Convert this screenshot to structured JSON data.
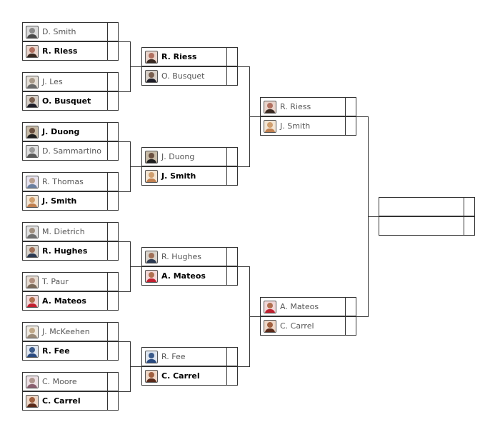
{
  "colors": {
    "border": "#333333",
    "winner_text": "#000000",
    "loser_text": "#555555"
  },
  "rounds": [
    {
      "matches": [
        {
          "players": [
            {
              "name": "D. Smith",
              "winner": false,
              "avatar": [
                "#8a8a8a",
                "#4a4a4a",
                "#dcdcdc"
              ]
            },
            {
              "name": "R. Riess",
              "winner": true,
              "avatar": [
                "#b07060",
                "#3a2a22",
                "#ead5cc"
              ]
            }
          ]
        },
        {
          "players": [
            {
              "name": "J. Les",
              "winner": false,
              "avatar": [
                "#a89a8a",
                "#6a6a6a",
                "#e6e0d8"
              ]
            },
            {
              "name": "O. Busquet",
              "winner": true,
              "avatar": [
                "#7a6050",
                "#1f1f2a",
                "#d8d0c8"
              ]
            }
          ]
        },
        {
          "players": [
            {
              "name": "J. Duong",
              "winner": true,
              "avatar": [
                "#6a5040",
                "#202020",
                "#c8bca8"
              ]
            },
            {
              "name": "D. Sammartino",
              "winner": false,
              "avatar": [
                "#9a9a9a",
                "#5a5a5a",
                "#e0e0e0"
              ]
            }
          ]
        },
        {
          "players": [
            {
              "name": "R. Thomas",
              "winner": false,
              "avatar": [
                "#b8a090",
                "#6a7fa0",
                "#e8e4f0"
              ]
            },
            {
              "name": "J. Smith",
              "winner": true,
              "avatar": [
                "#d0a070",
                "#c08050",
                "#f4e6d4"
              ]
            }
          ]
        },
        {
          "players": [
            {
              "name": "M. Dietrich",
              "winner": false,
              "avatar": [
                "#a09080",
                "#707070",
                "#e2e2e2"
              ]
            },
            {
              "name": "R. Hughes",
              "winner": true,
              "avatar": [
                "#a07058",
                "#2c3a52",
                "#dad4cc"
              ]
            }
          ]
        },
        {
          "players": [
            {
              "name": "T. Paur",
              "winner": false,
              "avatar": [
                "#b09080",
                "#7a6a5a",
                "#e8ded4"
              ]
            },
            {
              "name": "A. Mateos",
              "winner": true,
              "avatar": [
                "#b07050",
                "#c02030",
                "#f2d8d8"
              ]
            }
          ]
        },
        {
          "players": [
            {
              "name": "J. McKeehen",
              "winner": false,
              "avatar": [
                "#c0a888",
                "#9a8a78",
                "#f0ebe2"
              ]
            },
            {
              "name": "R. Fee",
              "winner": true,
              "avatar": [
                "#3a5a8a",
                "#2a4a80",
                "#dfe6f0"
              ]
            }
          ]
        },
        {
          "players": [
            {
              "name": "C. Moore",
              "winner": false,
              "avatar": [
                "#b09890",
                "#8a6070",
                "#eee2e6"
              ]
            },
            {
              "name": "C. Carrel",
              "winner": true,
              "avatar": [
                "#a06040",
                "#5a2a1a",
                "#efd8c8"
              ]
            }
          ]
        }
      ]
    },
    {
      "matches": [
        {
          "players": [
            {
              "name": "R. Riess",
              "winner": true,
              "avatar": [
                "#b07060",
                "#3a2a22",
                "#ead5cc"
              ]
            },
            {
              "name": "O. Busquet",
              "winner": false,
              "avatar": [
                "#7a6050",
                "#1f1f2a",
                "#d8d0c8"
              ]
            }
          ]
        },
        {
          "players": [
            {
              "name": "J. Duong",
              "winner": false,
              "avatar": [
                "#6a5040",
                "#202020",
                "#c8bca8"
              ]
            },
            {
              "name": "J. Smith",
              "winner": true,
              "avatar": [
                "#d0a070",
                "#c08050",
                "#f4e6d4"
              ]
            }
          ]
        },
        {
          "players": [
            {
              "name": "R. Hughes",
              "winner": false,
              "avatar": [
                "#a07058",
                "#2c3a52",
                "#dad4cc"
              ]
            },
            {
              "name": "A. Mateos",
              "winner": true,
              "avatar": [
                "#b07050",
                "#c02030",
                "#f2d8d8"
              ]
            }
          ]
        },
        {
          "players": [
            {
              "name": "R. Fee",
              "winner": false,
              "avatar": [
                "#3a5a8a",
                "#2a4a80",
                "#dfe6f0"
              ]
            },
            {
              "name": "C. Carrel",
              "winner": true,
              "avatar": [
                "#a06040",
                "#5a2a1a",
                "#efd8c8"
              ]
            }
          ]
        }
      ]
    },
    {
      "matches": [
        {
          "players": [
            {
              "name": "R. Riess",
              "winner": false,
              "avatar": [
                "#b07060",
                "#3a2a22",
                "#ead5cc"
              ]
            },
            {
              "name": "J. Smith",
              "winner": false,
              "avatar": [
                "#d0a070",
                "#c08050",
                "#f4e6d4"
              ]
            }
          ]
        },
        {
          "players": [
            {
              "name": "A. Mateos",
              "winner": false,
              "avatar": [
                "#b07050",
                "#c02030",
                "#f2d8d8"
              ]
            },
            {
              "name": "C. Carrel",
              "winner": false,
              "avatar": [
                "#a06040",
                "#5a2a1a",
                "#efd8c8"
              ]
            }
          ]
        }
      ]
    },
    {
      "matches": [
        {
          "players": [
            {
              "name": "",
              "winner": false,
              "avatar": null
            },
            {
              "name": "",
              "winner": false,
              "avatar": null
            }
          ]
        }
      ]
    }
  ]
}
